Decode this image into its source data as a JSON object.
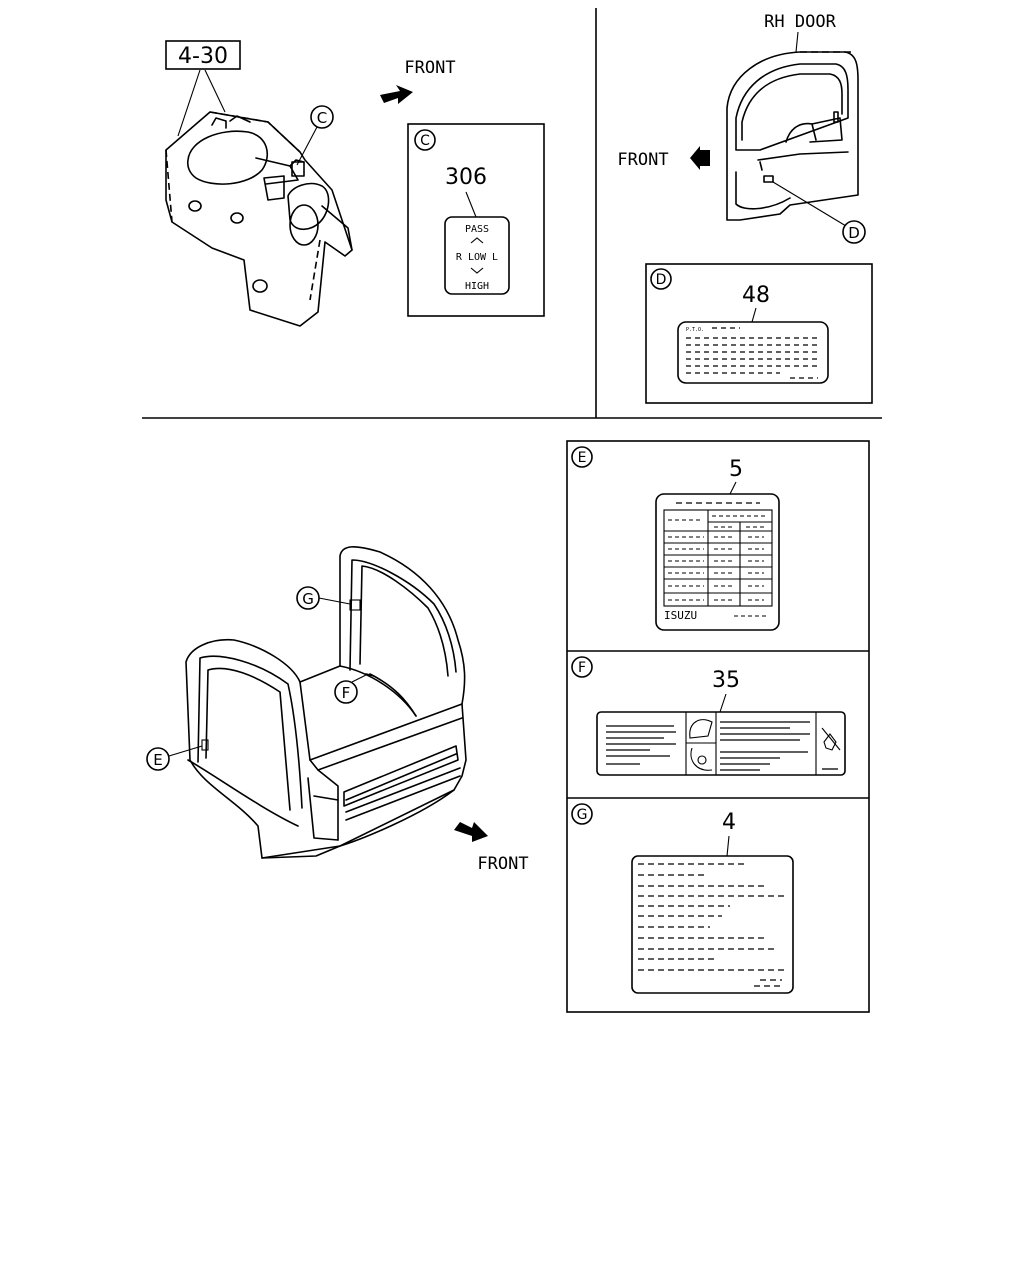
{
  "callouts": {
    "c": "C",
    "d": "D",
    "e": "E",
    "f": "F",
    "g": "G"
  },
  "labels": {
    "ref_430": "4-30",
    "front_top_left": "FRONT",
    "front_top_right": "FRONT",
    "front_bottom": "FRONT",
    "rh_door": "RH DOOR"
  },
  "detail_c": {
    "part_no": "306",
    "label_pass": "PASS",
    "label_low": "R LOW L",
    "label_high": "HIGH"
  },
  "detail_d": {
    "part_no": "48",
    "label_header": "P.T.O."
  },
  "detail_e": {
    "part_no": "5",
    "label_brand": "ISUZU"
  },
  "detail_f": {
    "part_no": "35"
  },
  "detail_g": {
    "part_no": "4"
  }
}
